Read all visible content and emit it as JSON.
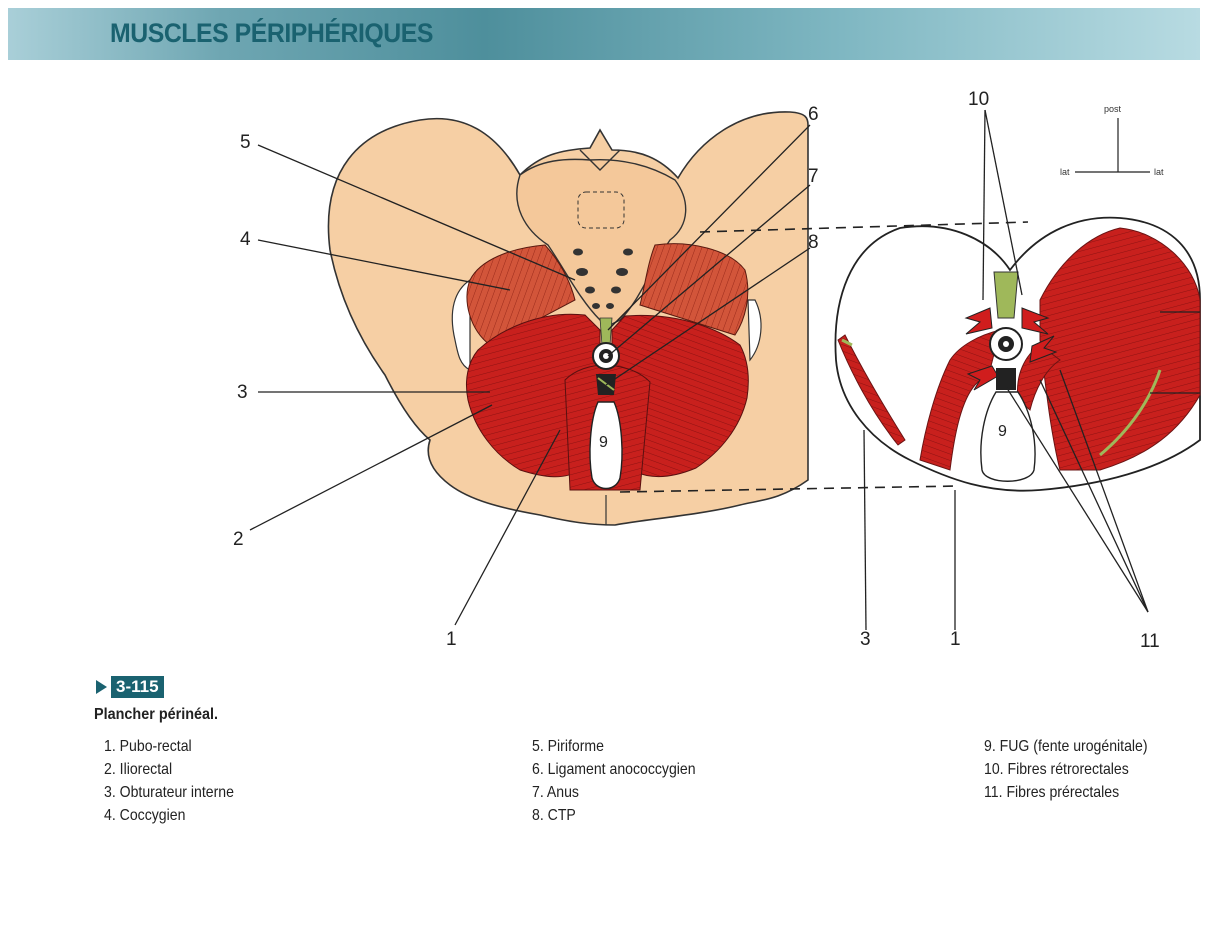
{
  "header": {
    "title": "MUSCLES PÉRIPHÉRIQUES"
  },
  "orientation": {
    "post": "post",
    "lat_left": "lat",
    "lat_right": "lat"
  },
  "callouts": {
    "main_view": [
      "5",
      "4",
      "3",
      "2",
      "1",
      "6",
      "7",
      "8"
    ],
    "inset_view": [
      "10",
      "3",
      "1",
      "11"
    ],
    "region_label": "9"
  },
  "caption": {
    "figure_number": "3-115",
    "title": "Plancher périnéal.",
    "legend_col1": [
      "1. Pubo-rectal",
      "2. Iliorectal",
      "3. Obturateur interne",
      "4. Coccygien"
    ],
    "legend_col2": [
      "5. Piriforme",
      "6. Ligament anococcygien",
      "7. Anus",
      "8. CTP"
    ],
    "legend_col3": [
      "9. FUG (fente urogénitale)",
      "10. Fibres rétrorectales",
      "11. Fibres prérectales"
    ]
  },
  "colors": {
    "header_text": "#1a6270",
    "bone": "#f6cfa4",
    "muscle_red": "#c8201d",
    "muscle_orange": "#d2553a",
    "ligament_green": "#9fb85a"
  }
}
